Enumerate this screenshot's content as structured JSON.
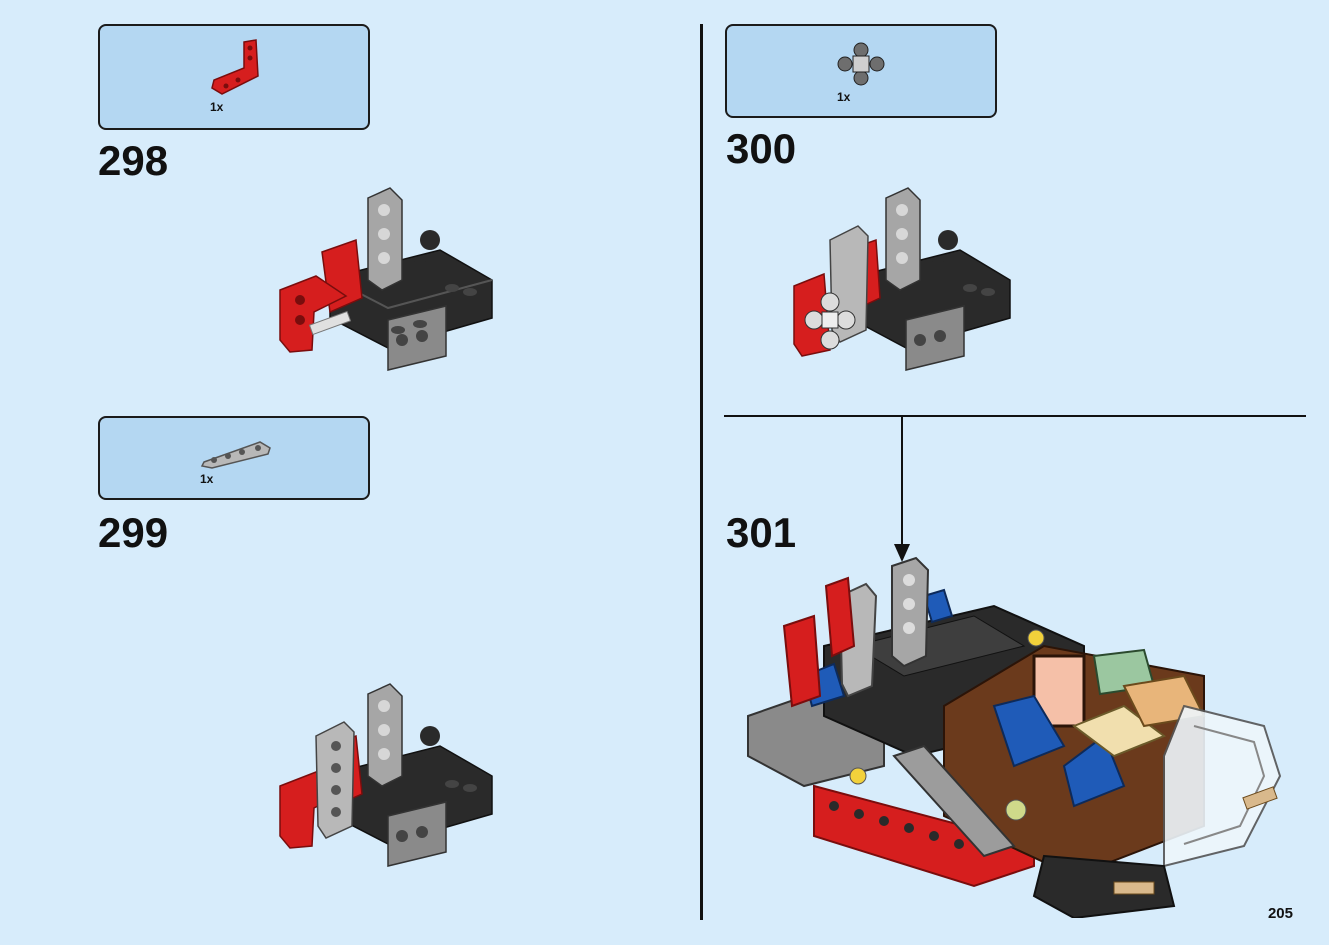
{
  "page": {
    "number": "205"
  },
  "steps": [
    {
      "number": "298",
      "parts": [
        {
          "qty": "1x",
          "icon": "red-technic-l-beam"
        }
      ]
    },
    {
      "number": "299",
      "parts": [
        {
          "qty": "1x",
          "icon": "gray-technic-beam-4"
        }
      ]
    },
    {
      "number": "300",
      "parts": [
        {
          "qty": "1x",
          "icon": "gray-technic-cross-connector"
        }
      ]
    },
    {
      "number": "301",
      "parts": []
    }
  ],
  "colors": {
    "background": "#d7ecfb",
    "parts_box": "#b4d7f2",
    "brick_red": "#d61e1e",
    "brick_black": "#2a2a2a",
    "brick_gray": "#9c9c9c",
    "brick_brown": "#6b3a1c",
    "brick_blue": "#1f5bb8"
  }
}
